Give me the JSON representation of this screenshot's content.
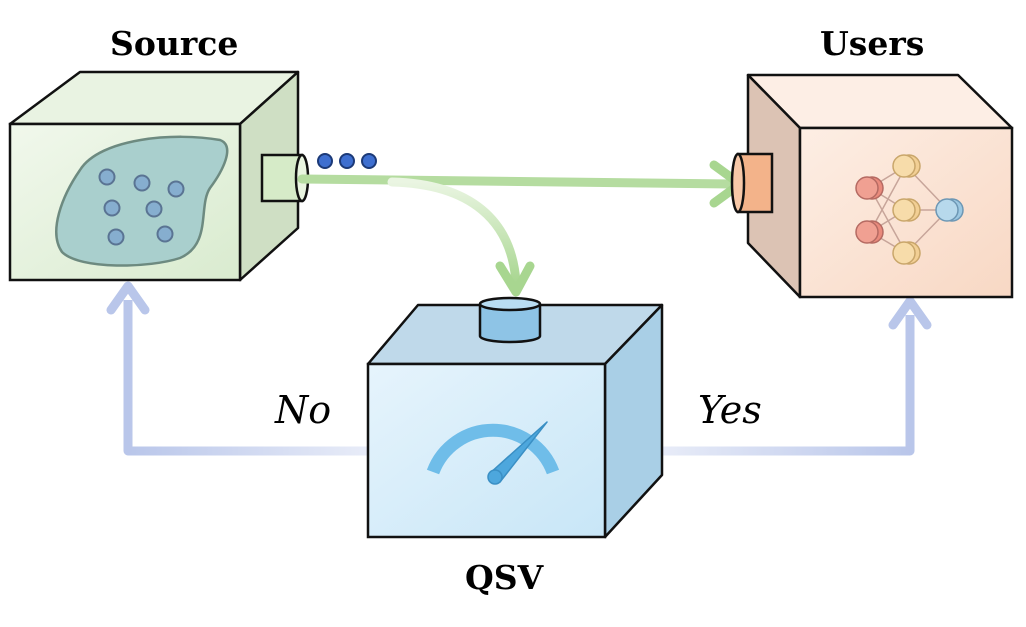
{
  "source": {
    "label": "Source"
  },
  "users": {
    "label": "Users"
  },
  "qsv": {
    "label": "QSV"
  },
  "branches": {
    "no": "No",
    "yes": "Yes"
  },
  "icons": {
    "source_content": "data-blob-icon",
    "users_content": "neural-network-icon",
    "qsv_content": "speedometer-icon"
  },
  "colors": {
    "source_fill": "#e3f0dc",
    "users_fill": "#fbe2d3",
    "qsv_fill": "#d4ecf8",
    "data_flow_arrow": "#b5dca0",
    "feedback_arrow": "#b9c6ea",
    "gauge": "#6fbde9",
    "data_dots": "#3e6fd0"
  }
}
